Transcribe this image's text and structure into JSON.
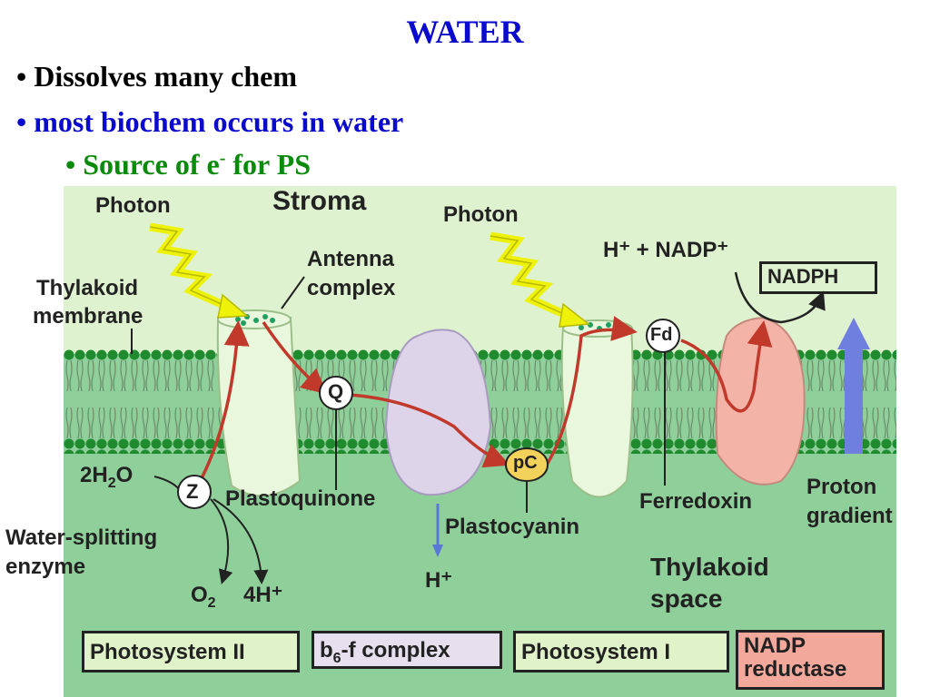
{
  "slide": {
    "title": "WATER",
    "bullets": [
      "• Dissolves many chem",
      "• most biochem occurs in water"
    ],
    "sub_bullet": {
      "prefix": "• Source of e",
      "sup": "-",
      "suffix": " for PS"
    }
  },
  "diagram": {
    "labels": {
      "photon_left": "Photon",
      "stroma": "Stroma",
      "photon_right": "Photon",
      "nadp": "H⁺ + NADP⁺",
      "antenna_1": "Antenna",
      "antenna_2": "complex",
      "thylakoid_membrane_1": "Thylakoid",
      "thylakoid_membrane_2": "membrane",
      "q": "Q",
      "fd": "Fd",
      "z": "Z",
      "pc": "pC",
      "plastoquinone": "Plastoquinone",
      "plastocyanin": "Plastocyanin",
      "ferredoxin": "Ferredoxin",
      "proton_1": "Proton",
      "proton_2": "gradient",
      "water_splitting_1": "Water-splitting",
      "water_splitting_2": "enzyme",
      "h_plus": "H⁺",
      "four_h_plus": "4H⁺",
      "thylakoid_space_1": "Thylakoid",
      "thylakoid_space_2": "space",
      "nadph": "NADPH"
    },
    "formula_2h2o": {
      "pre": "2H",
      "sub": "2",
      "post": "O"
    },
    "formula_o2": {
      "pre": "O",
      "sub": "2"
    },
    "legend": {
      "photosystem_2": "Photosystem II",
      "b6f": {
        "pre": "b",
        "sub": "6",
        "post": "-f complex"
      },
      "photosystem_1": "Photosystem I",
      "nadp_reductase_1": "NADP",
      "nadp_reductase_2": "reductase"
    },
    "colors": {
      "stroma_bg": "#dff2d0",
      "lumen_bg": "#8fcf9a",
      "lipid_head": "#1f8a2e",
      "photosystem": "#e9f7dd",
      "b6f": "#ddd4ea",
      "nadp_reductase": "#f3b3a6",
      "electron_path": "#c0392b",
      "photon": "#eef20a",
      "proton_arrow": "#6f7fe0",
      "pc_fill": "#f2d25a"
    }
  }
}
